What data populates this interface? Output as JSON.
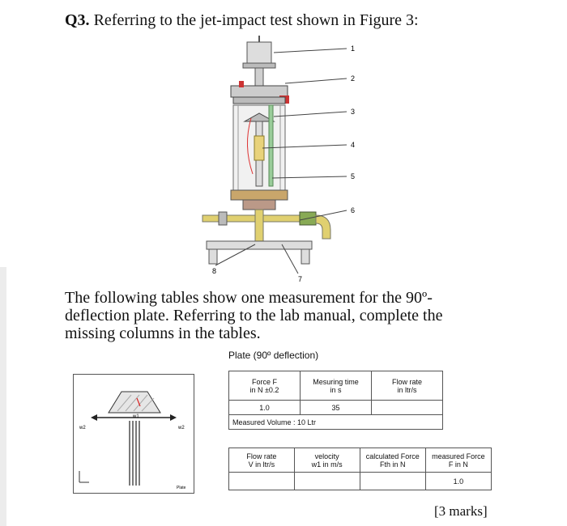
{
  "question": {
    "number": "Q3.",
    "text": " Referring to the jet-impact test shown in Figure 3:"
  },
  "figure": {
    "labels": [
      "1",
      "2",
      "3",
      "4",
      "5",
      "6",
      "7",
      "8"
    ]
  },
  "paragraph": "The following tables show one measurement for the 90º-deflection plate. Referring to the lab manual, complete the missing columns in the tables.",
  "plate_caption": "Plate (90º deflection)",
  "diagram": {
    "w1": "w1",
    "w2_left": "w2",
    "w2_right": "w2",
    "plate_label": "Plate"
  },
  "table1": {
    "headers": [
      {
        "line1": "Force F",
        "line2": "in N ±0.2"
      },
      {
        "line1": "Mesuring time",
        "line2": "in s"
      },
      {
        "line1": "Flow rate",
        "line2": "in ltr/s"
      }
    ],
    "row": [
      "1.0",
      "35",
      ""
    ],
    "footer": "Measured Volume : 10 Ltr"
  },
  "table2": {
    "headers": [
      {
        "line1": "Flow rate",
        "line2": "V in ltr/s"
      },
      {
        "line1": "velocity",
        "line2": "w1 in m/s"
      },
      {
        "line1": "calculated Force",
        "line2": "Fth in N"
      },
      {
        "line1": "measured Force",
        "line2": "F in N"
      }
    ],
    "row": [
      "",
      "",
      "",
      "1.0"
    ]
  },
  "marks": "[3 marks]"
}
